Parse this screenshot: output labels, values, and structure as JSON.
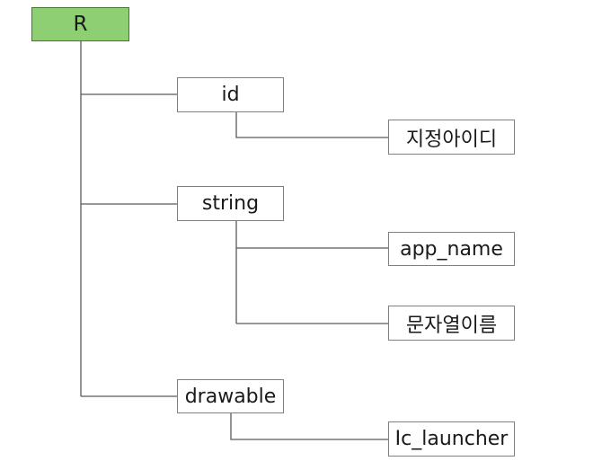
{
  "colors": {
    "root_fill": "#8fcf73",
    "node_fill": "#ffffff",
    "border": "#7f7f7f",
    "line": "#595959"
  },
  "tree": {
    "root": "R",
    "id": {
      "label": "id",
      "children": [
        "지정아이디"
      ]
    },
    "string": {
      "label": "string",
      "children": [
        "app_name",
        "문자열이름"
      ]
    },
    "drawable": {
      "label": "drawable",
      "children": [
        "Ic_launcher"
      ]
    }
  }
}
